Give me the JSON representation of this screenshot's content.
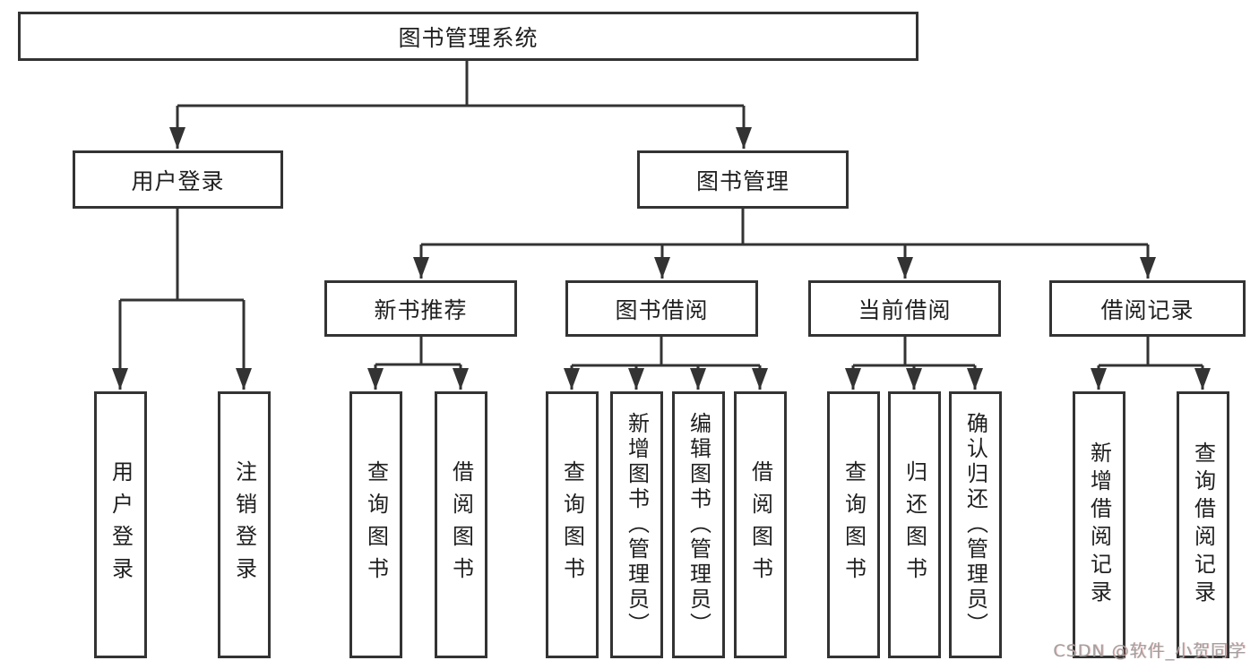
{
  "root": {
    "label": "图书管理系统"
  },
  "level2": {
    "user_login": {
      "label": "用户登录"
    },
    "book_mgmt": {
      "label": "图书管理"
    }
  },
  "level3": {
    "new_books": {
      "label": "新书推荐"
    },
    "book_borrow": {
      "label": "图书借阅"
    },
    "current_loan": {
      "label": "当前借阅"
    },
    "loan_records": {
      "label": "借阅记录"
    }
  },
  "leaves": {
    "login": {
      "label": "用户登录"
    },
    "logout": {
      "label": "注销登录"
    },
    "nb_query": {
      "label": "查询图书"
    },
    "nb_borrow": {
      "label": "借阅图书"
    },
    "bb_query": {
      "label": "查询图书"
    },
    "bb_add": {
      "label": "新增图书（管理员）"
    },
    "bb_edit": {
      "label": "编辑图书（管理员）"
    },
    "bb_borrow": {
      "label": "借阅图书"
    },
    "cl_query": {
      "label": "查询图书"
    },
    "cl_return": {
      "label": "归还图书"
    },
    "cl_confirm": {
      "label": "确认归还（管理员）"
    },
    "rec_add": {
      "label": "新增借阅记录"
    },
    "rec_query": {
      "label": "查询借阅记录"
    }
  },
  "watermark": {
    "text": "CSDN @软件_小贺同学"
  },
  "colors": {
    "line": "#333333",
    "text": "#1f1f1f",
    "background": "#ffffff",
    "watermark_gray": "#a5a0a0",
    "watermark_red_fringe": "#d66a6a"
  }
}
